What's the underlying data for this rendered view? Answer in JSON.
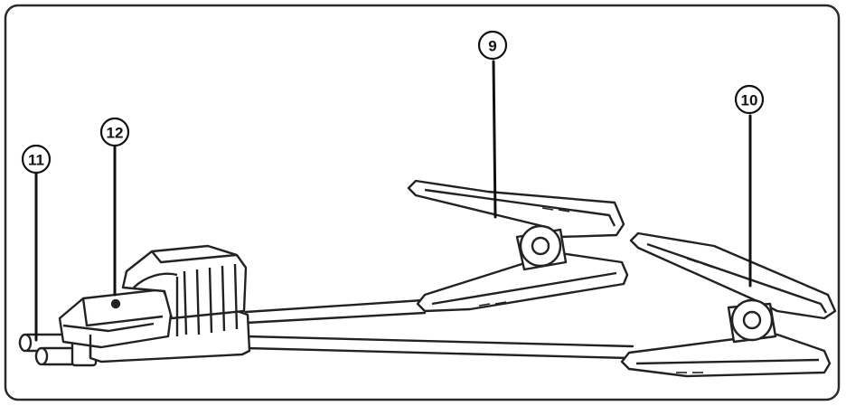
{
  "callouts": [
    {
      "number": "9"
    },
    {
      "number": "10"
    },
    {
      "number": "11"
    },
    {
      "number": "12"
    }
  ],
  "colors": {
    "stroke": "#222222",
    "fill": "#ffffff",
    "border": "#2a2a2a"
  }
}
